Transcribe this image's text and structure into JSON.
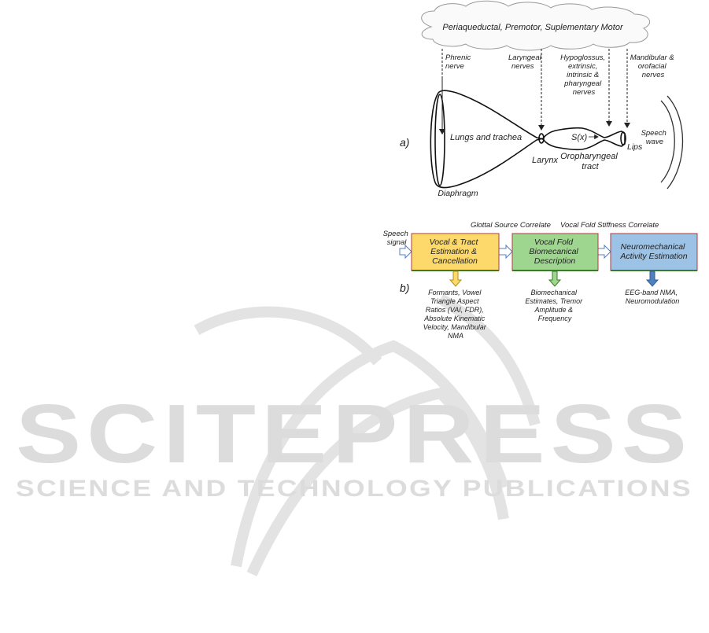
{
  "watermark": {
    "brand": "SCITEPRESS",
    "tagline": "SCIENCE AND TECHNOLOGY PUBLICATIONS"
  },
  "panel_a": {
    "tag": "a)",
    "cloud": "Periaqueductal, Premotor, Suplementary Motor",
    "nerves": {
      "phrenic": [
        "Phrenic",
        "nerve"
      ],
      "laryngeal": [
        "Laryngeal",
        "nerves"
      ],
      "hypoglossus": [
        "Hypoglossus,",
        "extrinsic,",
        "intrinsic &",
        "pharyngeal",
        "nerves"
      ],
      "mandibular": [
        "Mandibular &",
        "orofacial",
        "nerves"
      ]
    },
    "lungs": "Lungs and trachea",
    "larynx": "Larynx",
    "sx": "S(x)",
    "oropharyngeal": [
      "Oropharyngeal",
      "tract"
    ],
    "lips": "Lips",
    "speech_wave": [
      "Speech",
      "wave"
    ],
    "diaphragm": "Diaphragm"
  },
  "panel_b": {
    "tag": "b)",
    "input": [
      "Speech",
      "signal"
    ],
    "correlate1": "Glottal Source Correlate",
    "correlate2": "Vocal Fold Stiffness Correlate",
    "box1": {
      "lines": [
        "Vocal & Tract",
        "Estimation &",
        "Cancellation"
      ],
      "fill": "#fcd96a"
    },
    "box2": {
      "lines": [
        "Vocal Fold",
        "Biomecanical",
        "Description"
      ],
      "fill": "#9fd68f"
    },
    "box3": {
      "lines": [
        "Neuromechanical",
        "Activity Estimation"
      ],
      "fill": "#9cc2e6"
    },
    "out1": [
      "Formants, Vowel",
      "Triangle Aspect",
      "Ratios (VAI, FDR),",
      "Absolute Kinematic",
      "Velocity, Mandibular",
      "NMA"
    ],
    "out2": [
      "Biomechanical",
      "Estimates, Tremor",
      "Amplitude &",
      "Frequency"
    ],
    "out3": [
      "EEG-band NMA,",
      "Neuromodulation"
    ]
  },
  "colors": {
    "box_border": "#b23b3b",
    "box_bottom": "#3a7a2a",
    "arrow_fill": "#ffffff",
    "arrow_stroke": "#4f81bd"
  }
}
